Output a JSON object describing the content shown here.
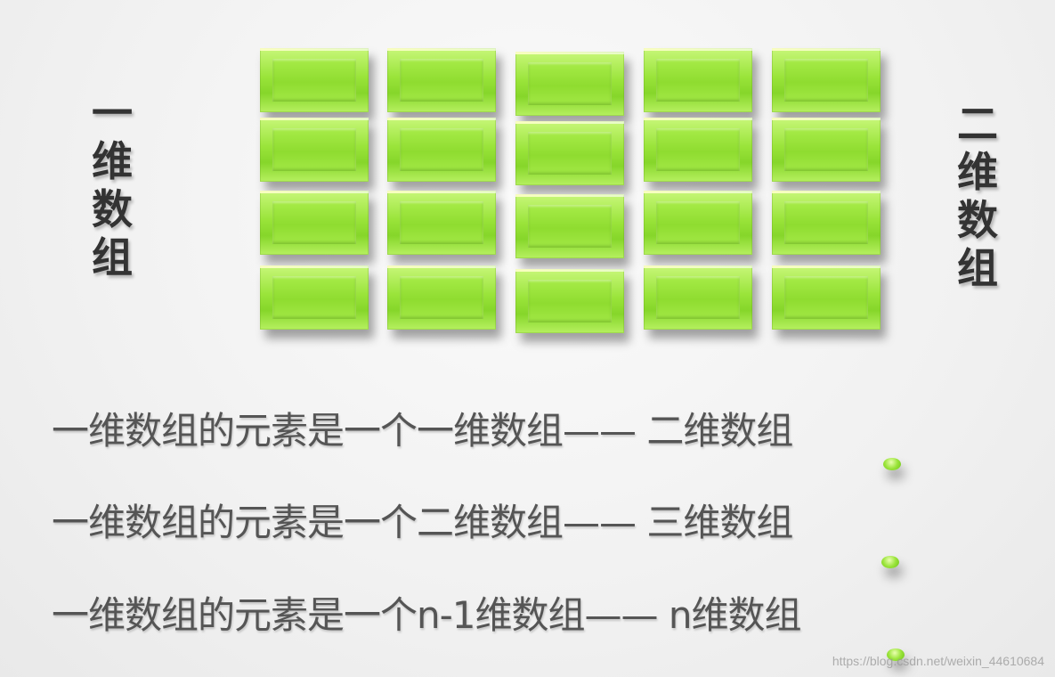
{
  "side_labels": {
    "left": [
      "一",
      "维",
      "数",
      "组"
    ],
    "right": [
      "二",
      "维",
      "数",
      "组"
    ]
  },
  "grid": {
    "rows": 4,
    "cols": 5,
    "color": "#9ae43a"
  },
  "lines": [
    {
      "prefix": "一维数组的元素是一个一维数组——",
      "result": "二维数组"
    },
    {
      "prefix": "一维数组的元素是一个二维数组——",
      "result": "三维数组"
    },
    {
      "prefix": "一维数组的元素是一个n-1维数组——",
      "result": "n维数组"
    }
  ],
  "watermark": "https://blog.csdn.net/weixin_44610684"
}
